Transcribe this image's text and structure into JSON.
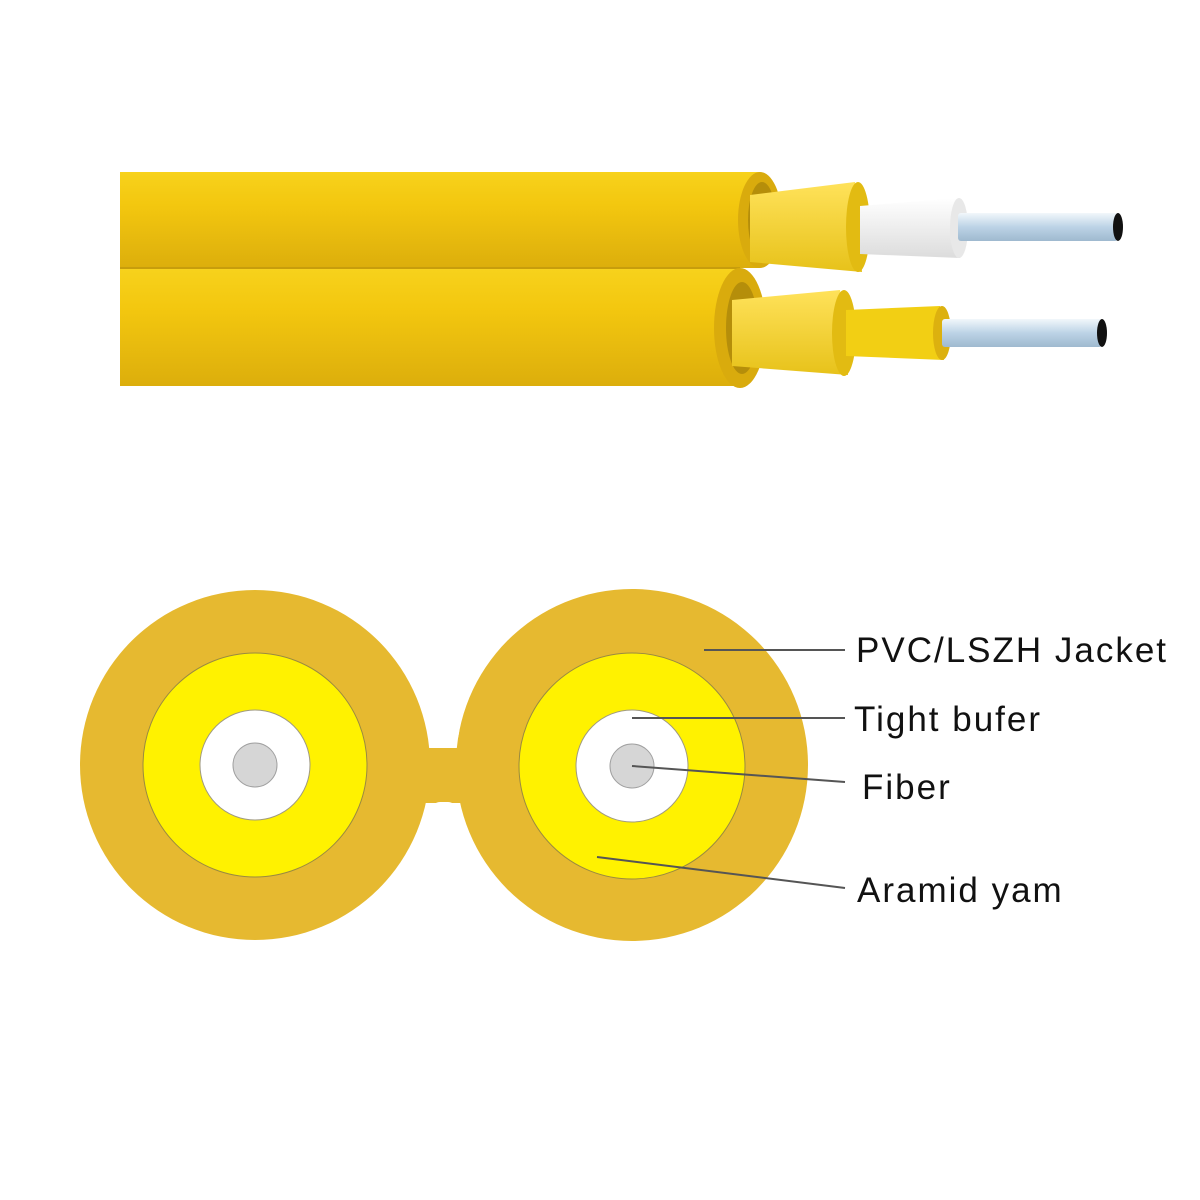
{
  "colors": {
    "jacket": "#e6b930",
    "jacket_3d_top": "#f3cc1a",
    "jacket_3d_shadow": "#c9a014",
    "aramid": "#fff200",
    "tight_buffer": "#ffffff",
    "fiber": "#d6d6d6",
    "fiber_glass": "#cfe0ee",
    "leader_line": "#555555"
  },
  "legend": {
    "jacket": "PVC/LSZH Jacket",
    "buffer": "Tight bufer",
    "fiber": "Fiber",
    "aramid": "Aramid yam"
  }
}
